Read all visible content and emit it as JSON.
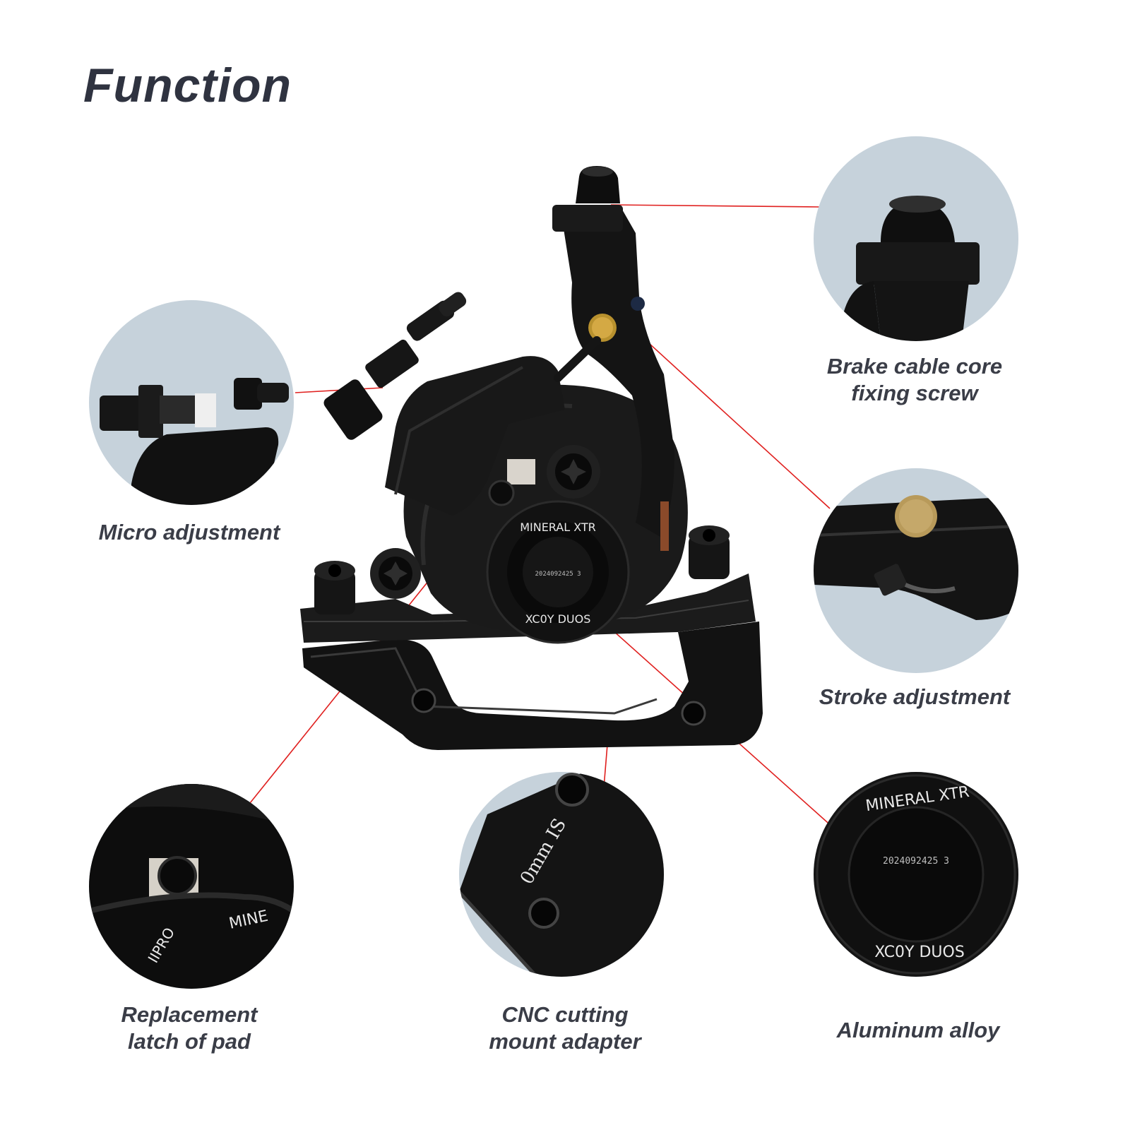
{
  "title": "Function",
  "labels": {
    "micro": "Micro adjustment",
    "brake_line1": "Brake cable core",
    "brake_line2": "fixing screw",
    "stroke": "Stroke adjustment",
    "replacement_line1": "Replacement",
    "replacement_line2": "latch of pad",
    "cnc_line1": "CNC cutting",
    "cnc_line2": "mount adapter",
    "aluminum": "Aluminum alloy"
  },
  "engraving": {
    "brand": "MINERAL XTR",
    "model": "XC0Y DUOS",
    "prefix": "IIPRO",
    "serial": "2024092425 3",
    "mount": "0mm IS",
    "fragment": "MINE"
  },
  "colors": {
    "background": "#ffffff",
    "circle_bg": "#c6d2db",
    "leader_line": "#e0201f",
    "text": "#3a3d47",
    "metal": "#111111"
  }
}
